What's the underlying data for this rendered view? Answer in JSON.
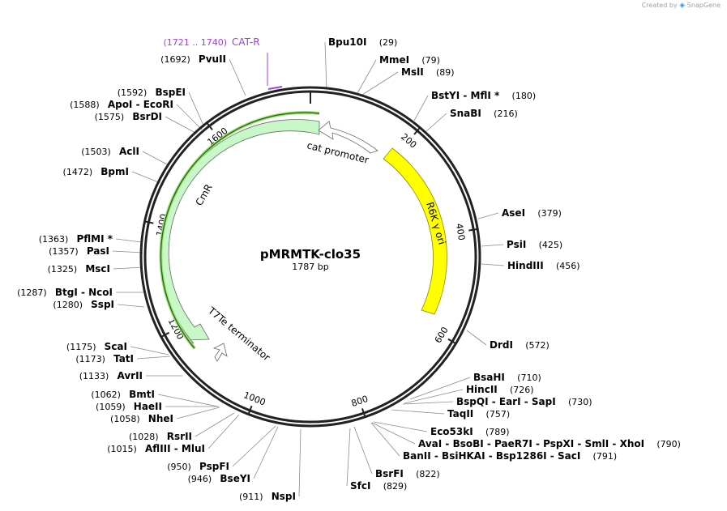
{
  "branding": {
    "created_by": "Created by",
    "product": "SnapGene"
  },
  "plasmid": {
    "name": "pMRMTK-clo35",
    "length_label": "1787 bp",
    "length": 1787
  },
  "ticks": [
    "200",
    "400",
    "600",
    "800",
    "1000",
    "1200",
    "1400",
    "1600"
  ],
  "features": [
    {
      "name": "CmR",
      "label": "CmR",
      "type": "cds",
      "color": "#c8f7c8"
    },
    {
      "name": "cat promoter",
      "label": "cat promoter",
      "type": "promoter",
      "color": "#ffffff"
    },
    {
      "name": "R6K γ ori",
      "label": "R6K γ ori",
      "type": "rep_origin",
      "color": "#ffff00"
    },
    {
      "name": "T7Te terminator",
      "label": "T7Te terminator",
      "type": "terminator",
      "color": "#ffffff"
    }
  ],
  "primer": {
    "range": "(1721 .. 1740)",
    "name": "CAT-R",
    "color": "#a040d8"
  },
  "sites": [
    {
      "name": "Bpu10I",
      "pos": "(29)"
    },
    {
      "name": "MmeI",
      "pos": "(79)"
    },
    {
      "name": "MslI",
      "pos": "(89)"
    },
    {
      "name": "BstYI  -  MflI *",
      "pos": "(180)"
    },
    {
      "name": "SnaBI",
      "pos": "(216)"
    },
    {
      "name": "AseI",
      "pos": "(379)"
    },
    {
      "name": "PsiI",
      "pos": "(425)"
    },
    {
      "name": "HindIII",
      "pos": "(456)"
    },
    {
      "name": "DrdI",
      "pos": "(572)"
    },
    {
      "name": "BsaHI",
      "pos": "(710)"
    },
    {
      "name": "HincII",
      "pos": "(726)"
    },
    {
      "name": "BspQI  -  EarI  -  SapI",
      "pos": "(730)"
    },
    {
      "name": "TaqII",
      "pos": "(757)"
    },
    {
      "name": "Eco53kI",
      "pos": "(789)"
    },
    {
      "name": "AvaI  -  BsoBI  -  PaeR7I  -  PspXI  -  SmlI  -  XhoI",
      "pos": "(790)"
    },
    {
      "name": "BanII  -  BsiHKAI  -  Bsp1286I  -  SacI",
      "pos": "(791)"
    },
    {
      "name": "BsrFI",
      "pos": "(822)"
    },
    {
      "name": "SfcI",
      "pos": "(829)"
    },
    {
      "name": "NspI",
      "pos": "(911)"
    },
    {
      "name": "BseYI",
      "pos": "(946)"
    },
    {
      "name": "PspFI",
      "pos": "(950)"
    },
    {
      "name": "AflIII  -  MluI",
      "pos": "(1015)"
    },
    {
      "name": "RsrII",
      "pos": "(1028)"
    },
    {
      "name": "NheI",
      "pos": "(1058)"
    },
    {
      "name": "HaeII",
      "pos": "(1059)"
    },
    {
      "name": "BmtI",
      "pos": "(1062)"
    },
    {
      "name": "AvrII",
      "pos": "(1133)"
    },
    {
      "name": "TatI",
      "pos": "(1173)"
    },
    {
      "name": "ScaI",
      "pos": "(1175)"
    },
    {
      "name": "SspI",
      "pos": "(1280)"
    },
    {
      "name": "BtgI  -  NcoI",
      "pos": "(1287)"
    },
    {
      "name": "MscI",
      "pos": "(1325)"
    },
    {
      "name": "PasI",
      "pos": "(1357)"
    },
    {
      "name": "PflMI *",
      "pos": "(1363)"
    },
    {
      "name": "BpmI",
      "pos": "(1472)"
    },
    {
      "name": "AclI",
      "pos": "(1503)"
    },
    {
      "name": "BsrDI",
      "pos": "(1575)"
    },
    {
      "name": "ApoI  -  EcoRI",
      "pos": "(1588)"
    },
    {
      "name": "BspEI",
      "pos": "(1592)"
    },
    {
      "name": "PvuII",
      "pos": "(1692)"
    }
  ]
}
